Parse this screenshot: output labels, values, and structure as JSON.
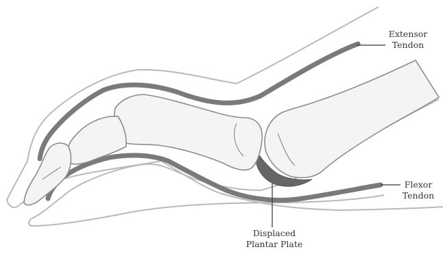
{
  "diagram": {
    "labels": {
      "extensor": {
        "line1": "Extensor",
        "line2": "Tendon"
      },
      "flexor": {
        "line1": "Flexor",
        "line2": "Tendon"
      },
      "plate": {
        "line1": "Displaced",
        "line2": "Plantar Plate"
      }
    },
    "colors": {
      "outline": "#b9b9b9",
      "tendon": "#7a7a7a",
      "bone_fill": "#f4f4f4",
      "bone_stroke": "#8c8c8c",
      "plate": "#666666",
      "leader": "#333333"
    }
  }
}
